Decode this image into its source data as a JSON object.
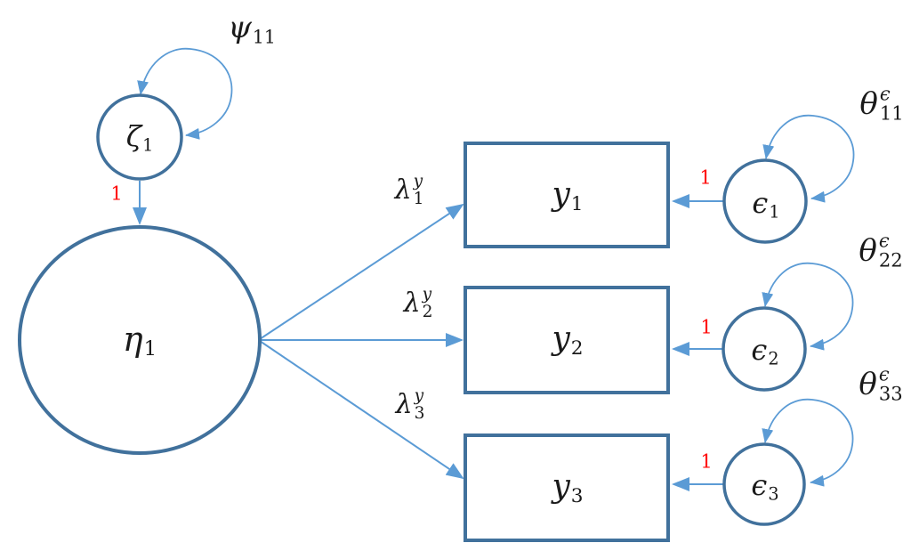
{
  "diagram": {
    "kind": "structural-equation-model-path-diagram",
    "colors": {
      "node_stroke": "#41719C",
      "connector": "#5B9BD5",
      "fixed_value": "#FF0000",
      "label": "#1a1a1a",
      "background": "#ffffff"
    },
    "edges": [
      {
        "from": "zeta1",
        "to": "eta1",
        "fixed": "1"
      },
      {
        "from": "eta1",
        "to": "y1",
        "param": "lambda1_y"
      },
      {
        "from": "eta1",
        "to": "y2",
        "param": "lambda2_y"
      },
      {
        "from": "eta1",
        "to": "y3",
        "param": "lambda3_y"
      },
      {
        "from": "eps1",
        "to": "y1",
        "fixed": "1"
      },
      {
        "from": "eps2",
        "to": "y2",
        "fixed": "1"
      },
      {
        "from": "eps3",
        "to": "y3",
        "fixed": "1"
      },
      {
        "from": "zeta1",
        "to": "zeta1",
        "param": "psi11"
      },
      {
        "from": "eps1",
        "to": "eps1",
        "param": "theta11"
      },
      {
        "from": "eps2",
        "to": "eps2",
        "param": "theta22"
      },
      {
        "from": "eps3",
        "to": "eps3",
        "param": "theta33"
      }
    ]
  },
  "nodes": {
    "zeta1": {
      "base": "ζ",
      "sub": "1"
    },
    "eta1": {
      "base": "η",
      "sub": "1"
    },
    "y1": {
      "base": "y",
      "sub": "1"
    },
    "y2": {
      "base": "y",
      "sub": "2"
    },
    "y3": {
      "base": "y",
      "sub": "3"
    },
    "eps1": {
      "base": "ϵ",
      "sub": "1"
    },
    "eps2": {
      "base": "ϵ",
      "sub": "2"
    },
    "eps3": {
      "base": "ϵ",
      "sub": "3"
    }
  },
  "params": {
    "psi11": {
      "base": "ψ",
      "sub": "11"
    },
    "lambda1": {
      "base": "λ",
      "sup": "y",
      "sub": "1"
    },
    "lambda2": {
      "base": "λ",
      "sup": "y",
      "sub": "2"
    },
    "lambda3": {
      "base": "λ",
      "sup": "y",
      "sub": "3"
    },
    "theta11": {
      "base": "θ",
      "sup": "ϵ",
      "sub": "11"
    },
    "theta22": {
      "base": "θ",
      "sup": "ϵ",
      "sub": "22"
    },
    "theta33": {
      "base": "θ",
      "sup": "ϵ",
      "sub": "33"
    }
  },
  "fixed": {
    "zeta_to_eta": "1",
    "eps1_to_y1": "1",
    "eps2_to_y2": "1",
    "eps3_to_y3": "1"
  }
}
